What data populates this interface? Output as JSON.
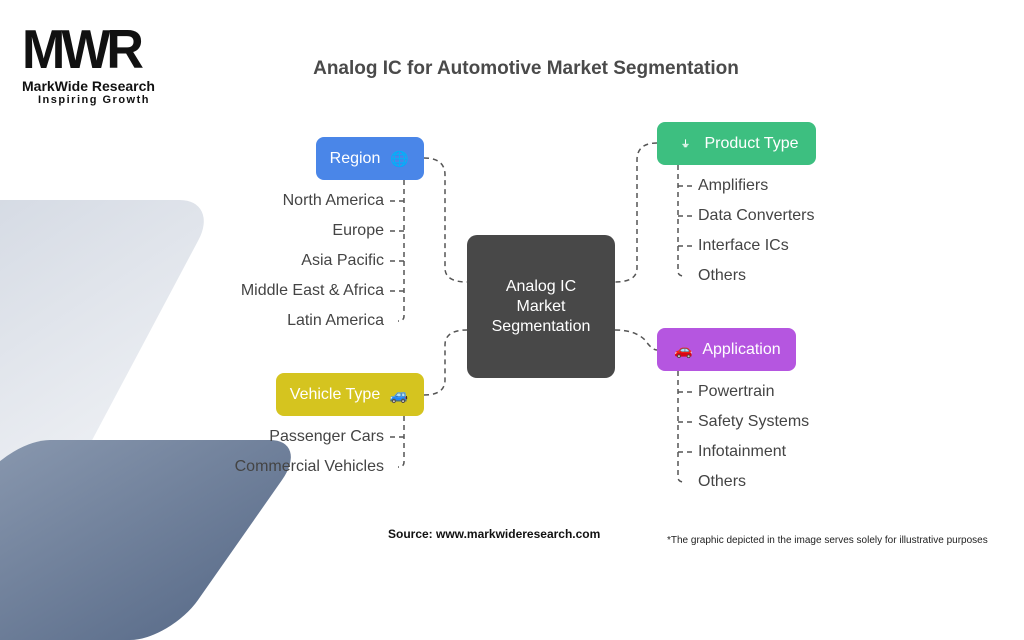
{
  "logo": {
    "mark": "MWR",
    "name": "MarkWide Research",
    "tagline": "Inspiring Growth"
  },
  "title": "Analog IC for Automotive Market Segmentation",
  "center": {
    "line1": "Analog IC",
    "line2": "Market",
    "line3": "Segmentation"
  },
  "segments": {
    "region": {
      "label": "Region",
      "icon": "globe-icon",
      "color": "#4a86e8",
      "items": [
        "North America",
        "Europe",
        "Asia Pacific",
        "Middle East & Africa",
        "Latin America"
      ]
    },
    "product_type": {
      "label": "Product Type",
      "icon": "usb-type-c-icon",
      "color": "#3dbf80",
      "items": [
        "Amplifiers",
        "Data Converters",
        "Interface ICs",
        "Others"
      ]
    },
    "application": {
      "label": "Application",
      "icon": "connected-car-icon",
      "color": "#b556e0",
      "items": [
        "Powertrain",
        "Safety Systems",
        "Infotainment",
        "Others"
      ]
    },
    "vehicle_type": {
      "label": "Vehicle Type",
      "icon": "car-dollar-icon",
      "color": "#d5c41f",
      "items": [
        "Passenger Cars",
        "Commercial Vehicles"
      ]
    }
  },
  "source": "Source: www.markwideresearch.com",
  "footnote": "*The graphic depicted in the image serves solely for illustrative purposes"
}
